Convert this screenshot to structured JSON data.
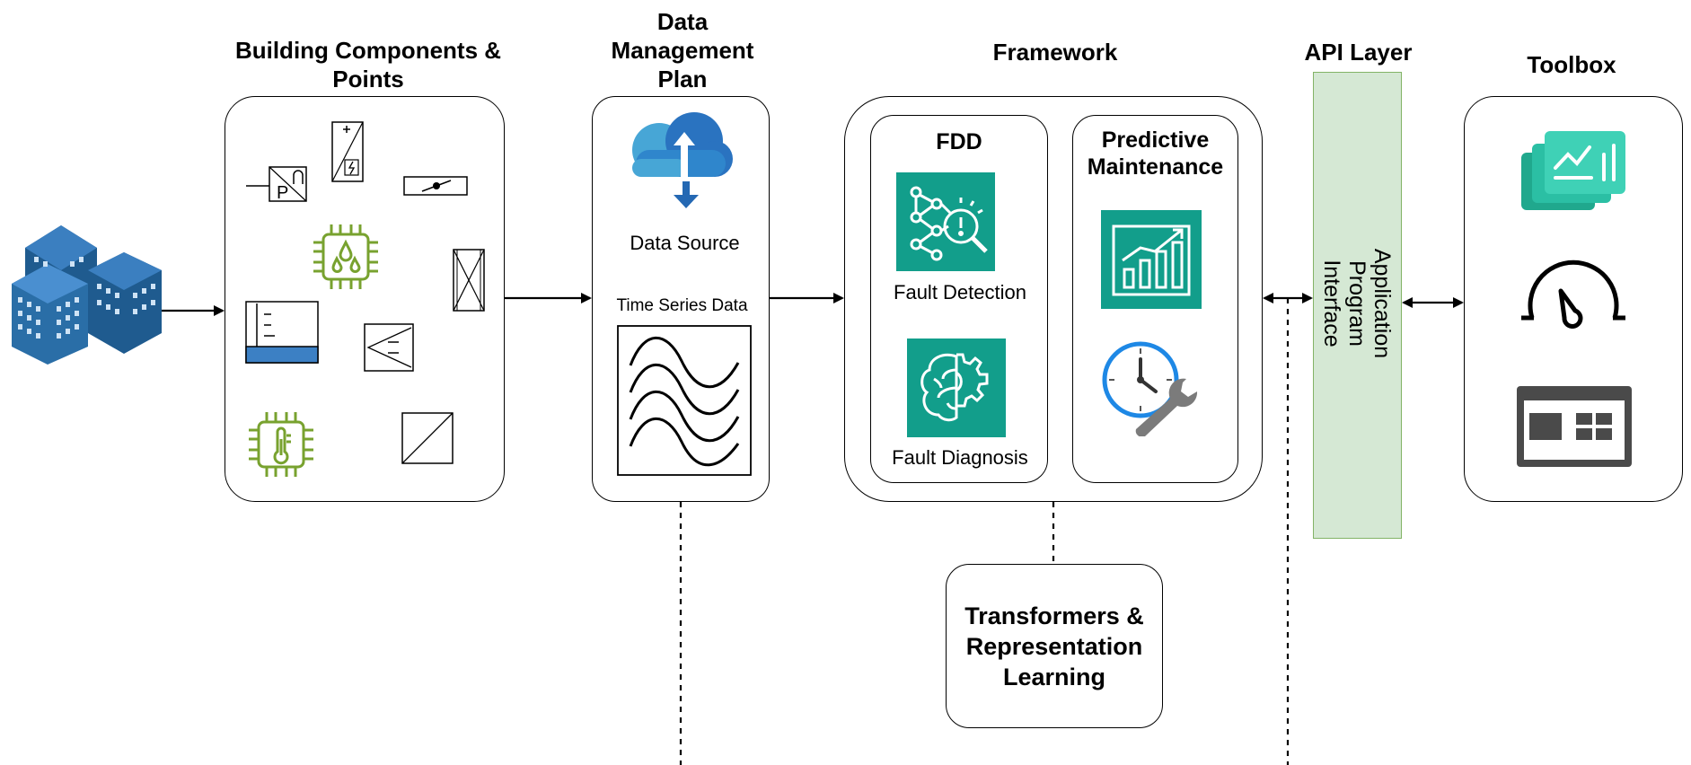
{
  "headers": {
    "building_components": "Building Components &\nPoints",
    "data_management_plan": "Data\nManagement\nPlan",
    "framework": "Framework",
    "api_layer": "API Layer",
    "toolbox": "Toolbox"
  },
  "data_management": {
    "data_source_label": "Data Source",
    "time_series_label": "Time Series Data"
  },
  "framework": {
    "fdd_title": "FDD",
    "fault_detection_label": "Fault Detection",
    "fault_diagnosis_label": "Fault Diagnosis",
    "predictive_title": "Predictive\nMaintenance"
  },
  "api": {
    "interface_text": "Application\nProgram\nInterface"
  },
  "transformers": {
    "text": "Transformers &\nRepresentation\nLearning"
  },
  "components": {
    "pressure_sensor_letter": "P"
  },
  "colors": {
    "teal": "#129e8b",
    "green_chip": "#78a22f",
    "building_blue": "#2a6ea7",
    "cloud_blue": "#2e8bd0",
    "api_fill": "#d5e8d4",
    "api_border": "#82b366"
  },
  "icons": [
    "buildings-icon",
    "pressure-sensor-icon",
    "inverter-icon",
    "valve-icon",
    "humidity-sensor-chip-icon",
    "filter-icon",
    "tank-level-icon",
    "damper-icon",
    "temperature-sensor-chip-icon",
    "diagonal-icon",
    "cloud-upload-icon",
    "sine-waves-icon",
    "ai-detection-icon",
    "brain-gear-icon",
    "growth-chart-icon",
    "clock-wrench-icon",
    "dashboard-stack-icon",
    "gauge-icon",
    "layout-window-icon"
  ]
}
